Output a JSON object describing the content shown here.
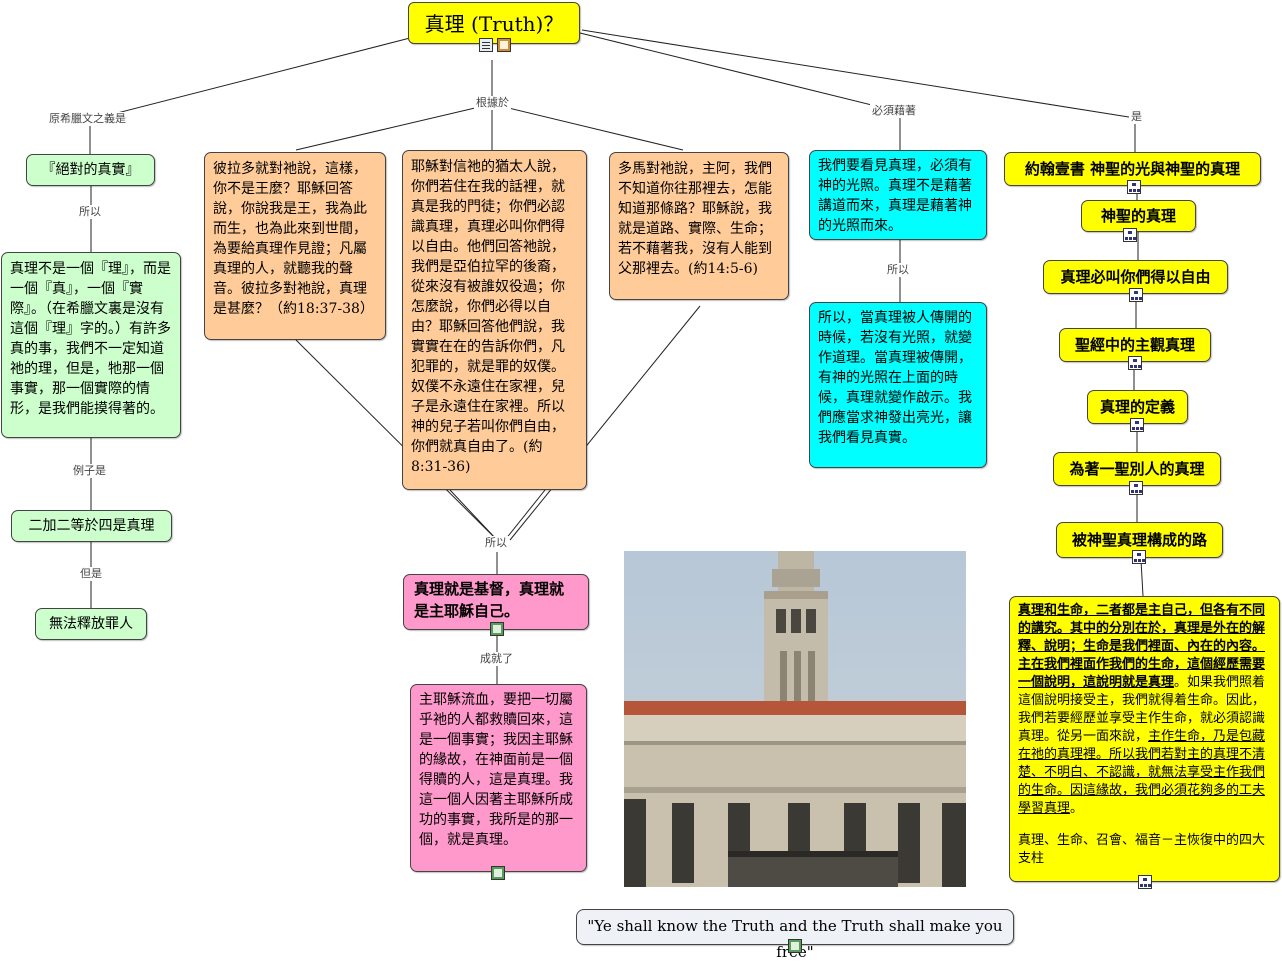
{
  "title": "真理 (Truth)？",
  "labels": {
    "greek": "原希臘文之義是",
    "according": "根據於",
    "must": "必須藉著",
    "is": "是",
    "so1": "所以",
    "example": "例子是",
    "but": "但是",
    "so2": "所以",
    "so3": "所以",
    "achieved": "成就了"
  },
  "left": {
    "absolute": "『絕對的真實』",
    "explain": "真理不是一個『理』，而是一個『真』，一個『實際』。（在希臘文裏是沒有這個『理』字的。）有許多真的事，我們不一定知道祂的理，但是，牠那一個事實，那一個實際的情形，是我們能摸得著的。",
    "math": "二加二等於四是真理",
    "cannot": "無法釋放罪人"
  },
  "pilate": "彼拉多就對祂說，這樣，你不是王麼？耶穌回答說，你說我是王，我為此而生，也為此來到世間，為要給真理作見證；凡屬真理的人，就聽我的聲音。彼拉多對祂說，真理是甚麼？（約18:37-38）",
  "jesus_jews": "耶穌對信祂的猶太人說，你們若住在我的話裡，就真是我的門徒；你們必認識真理，真理必叫你們得以自由。他們回答祂說，我們是亞伯拉罕的後裔，從來沒有被誰奴役過；你怎麼說，你們必得以自由？耶穌回答他們說，我實實在在的告訴你們，凡犯罪的，就是罪的奴僕。奴僕不永遠住在家裡，兒子是永遠住在家裡。所以神的兒子若叫你們自由，你們就真自由了。(約8:31-36)",
  "thomas": "多馬對祂說，主阿，我們不知道你往那裡去，怎能知道那條路？耶穌說，我就是道路、實際、生命；若不藉著我，沒有人能到父那裡去。(約14:5-6)",
  "light": "我們要看見真理，必須有神的光照。真理不是藉著講道而來，真理是藉著神的光照而來。",
  "light_so": "所以，當真理被人傳開的時候，若沒有光照，就變作道理。當真理被傳開，有神的光照在上面的時候，真理就變作啟示。我們應當求神發出亮光，讓我們看見真實。",
  "christ": "真理就是基督，真理就是主耶穌自己。",
  "blood": "主耶穌流血，要把一切屬乎祂的人都救贖回來，這是一個事實；我因主耶穌的緣故，在神面前是一個得贖的人，這是真理。我這一個人因著主耶穌所成功的事實，我所是的那一個，就是真理。",
  "quote": "\"Ye shall know the Truth and the Truth shall make you free\"",
  "right": {
    "items": [
      "約翰壹書 神聖的光與神聖的真理",
      "神聖的真理",
      "真理必叫你們得以自由",
      "聖經中的主觀真理",
      "真理的定義",
      "為著一聖別人的真理",
      "被神聖真理構成的路"
    ],
    "final_underline": "真理和生命，二者都是主自己，但各有不同的講究。其中的分別在於，真理是外在的解釋、說明；生命是我們裡面、內在的內容。主在我們裡面作我們的生命，這個經歷需要一個說明，這說明就是真理",
    "final_rest1": "。如果我們照着這個說明接受主，我們就得着生命。因此，我們若要經歷並享受主作生命，就必須認識真理。從另一面來說，",
    "final_ul2": "主作生命，乃是包藏在祂的真理裡。所以我們若對主的真理不清楚、不明白、不認識，就無法享受主作我們的生命。因這緣故，我們必須花夠多的工夫學習真理",
    "final_rest2": "。",
    "final_foot": "真理、生命、召會、福音－主恢復中的四大支柱"
  }
}
